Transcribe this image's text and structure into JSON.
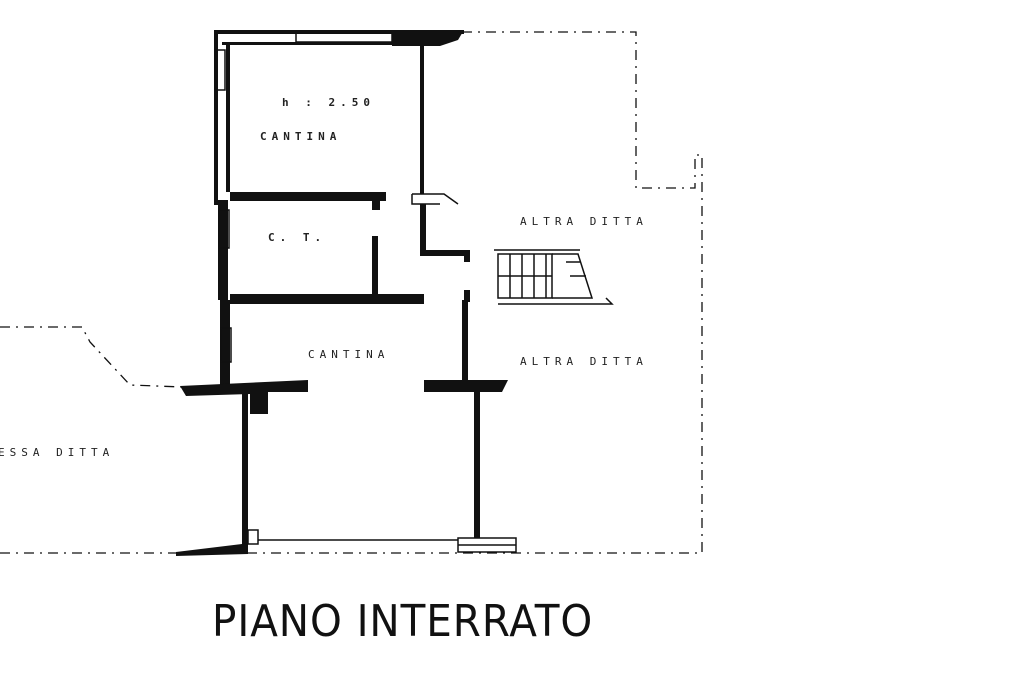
{
  "plan": {
    "title": "PIANO INTERRATO",
    "rooms": {
      "height_label": "h : 2.50",
      "cantina_top": "CANTINA",
      "ct": "C. T.",
      "cantina_main": "CANTINA",
      "altra_ditta_upper": "ALTRA DITTA",
      "altra_ditta_lower": "ALTRA DITTA",
      "stessa_ditta": "ESSA DITTA"
    }
  }
}
